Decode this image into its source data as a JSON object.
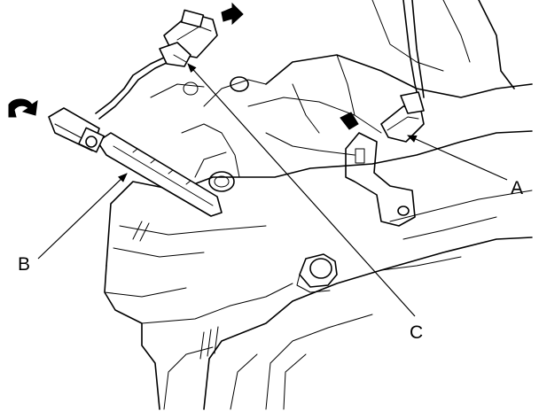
{
  "callouts": {
    "a": {
      "label": "A"
    },
    "b": {
      "label": "B"
    },
    "c": {
      "label": "C"
    }
  },
  "icons": [
    "rotation-arrow-icon",
    "direction-arrow-icon"
  ]
}
